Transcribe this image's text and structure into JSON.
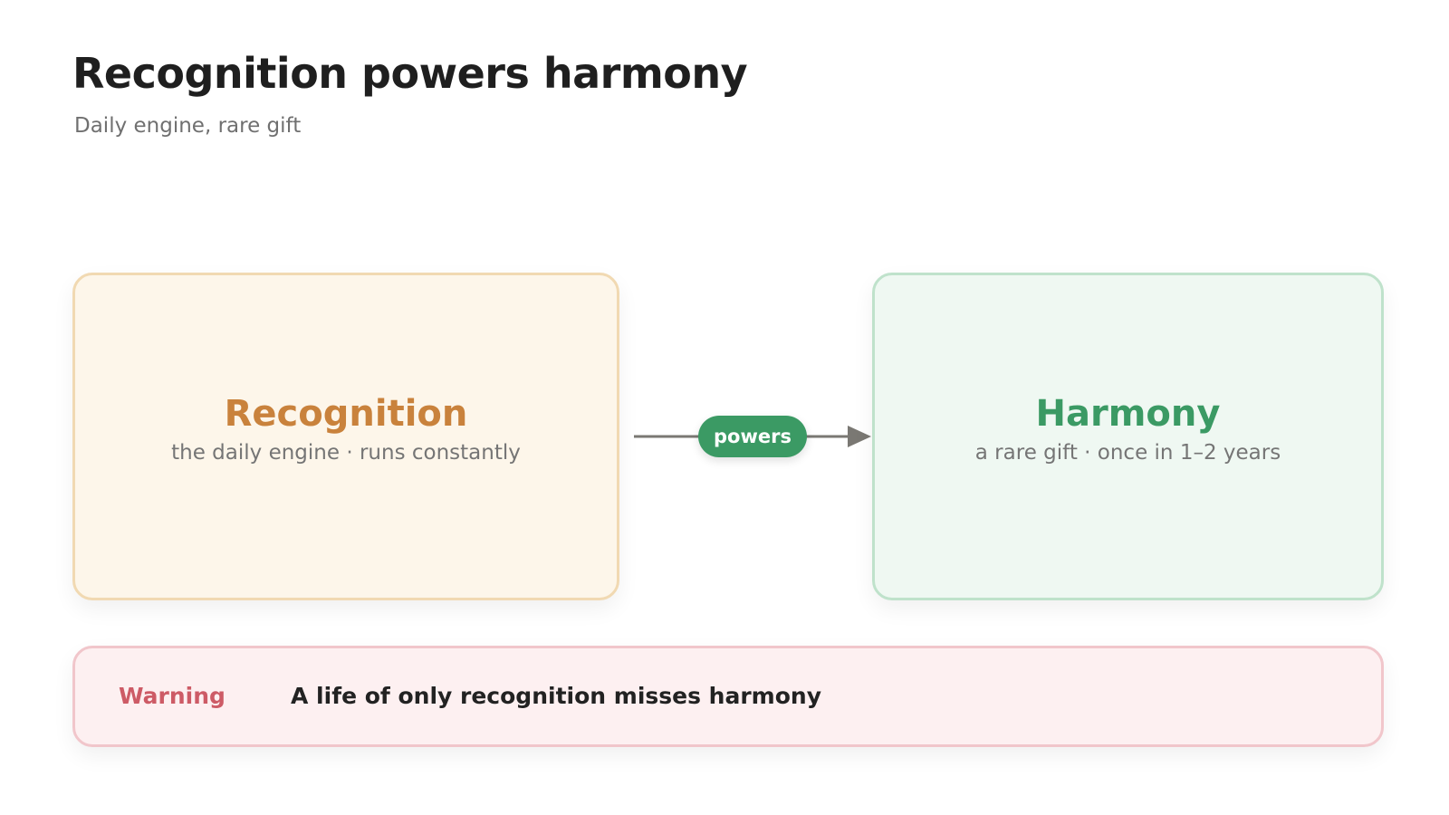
{
  "header": {
    "title": "Recognition powers harmony",
    "subtitle": "Daily engine, rare gift"
  },
  "nodes": {
    "recognition": {
      "title": "Recognition",
      "subtitle": "the daily engine · runs constantly",
      "accent_color": "#c9823c",
      "fill_color": "#fdf6ea"
    },
    "harmony": {
      "title": "Harmony",
      "subtitle": "a rare gift · once in 1–2 years",
      "accent_color": "#3b9a64",
      "fill_color": "#eff8f2"
    }
  },
  "edge": {
    "label": "powers",
    "from": "recognition",
    "to": "harmony",
    "color": "#3b9a64"
  },
  "callout": {
    "label": "Warning",
    "text": "A life of only recognition misses harmony",
    "accent_color": "#cd5b66"
  }
}
